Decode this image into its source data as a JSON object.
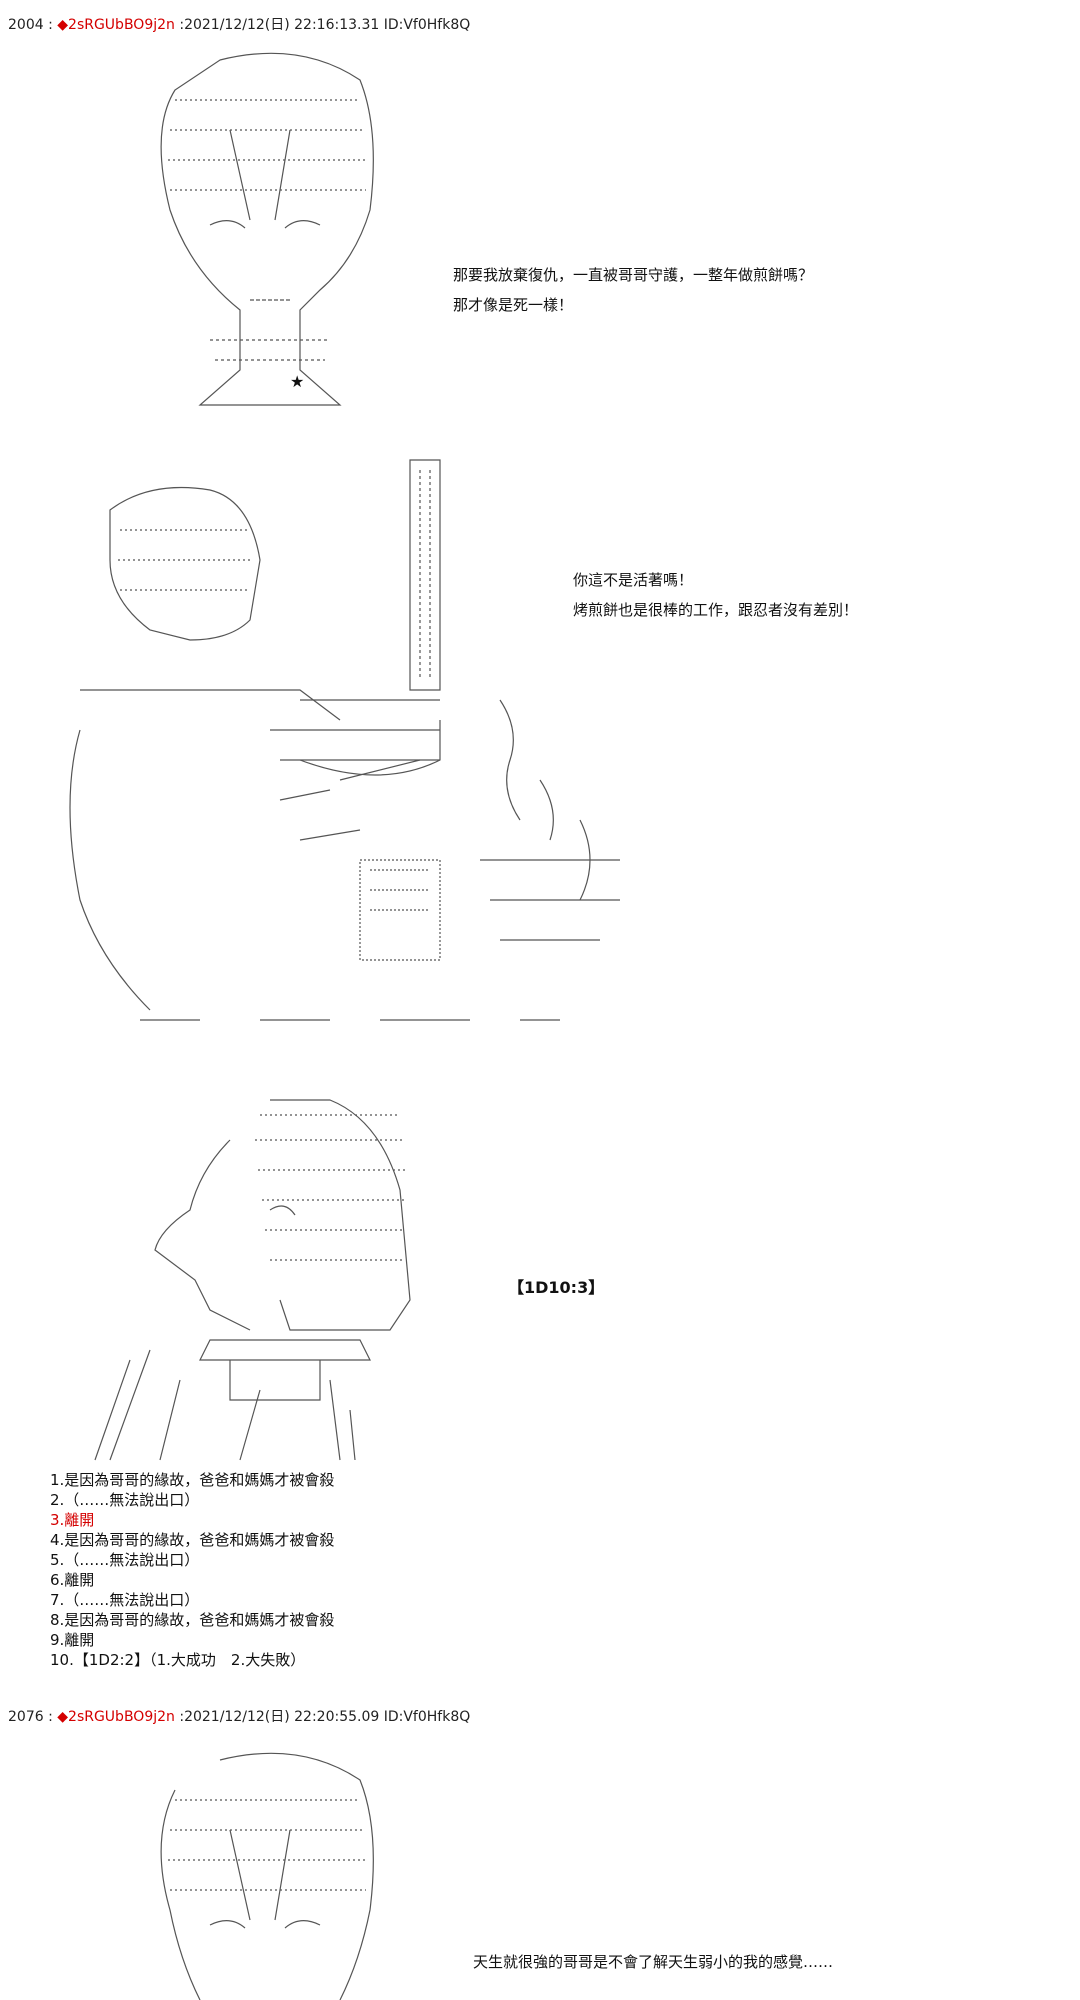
{
  "posts": [
    {
      "num": "2004",
      "sep": " : ",
      "trip": "◆2sRGUbBO9j2n",
      "meta": " :2021/12/12(日) 22:16:13.31 ID:Vf0Hfk8Q"
    },
    {
      "num": "2076",
      "sep": " : ",
      "trip": "◆2sRGUbBO9j2n",
      "meta": " :2021/12/12(日) 22:20:55.09 ID:Vf0Hfk8Q"
    }
  ],
  "dialogues": {
    "d1": "那要我放棄復仇，一直被哥哥守護，一整年做煎餅嗎？",
    "d2": "那才像是死一樣！",
    "d3": "你這不是活著嗎！",
    "d4": "烤煎餅也是很棒的工作，跟忍者沒有差別！",
    "d5": "天生就很強的哥哥是不會了解天生弱小的我的感覺……"
  },
  "roll": "【1D10:3】",
  "choices": [
    "1.是因為哥哥的緣故，爸爸和媽媽才被會殺",
    "2.（……無法說出口）",
    "3.離開",
    "4.是因為哥哥的緣故，爸爸和媽媽才被會殺",
    "5.（……無法說出口）",
    "6.離開",
    "7.（……無法說出口）",
    "8.是因為哥哥的緣故，爸爸和媽媽才被會殺",
    "9.離開",
    "10.【1D2:2】（1.大成功　2.大失敗）"
  ],
  "highlighted_choice": 3
}
